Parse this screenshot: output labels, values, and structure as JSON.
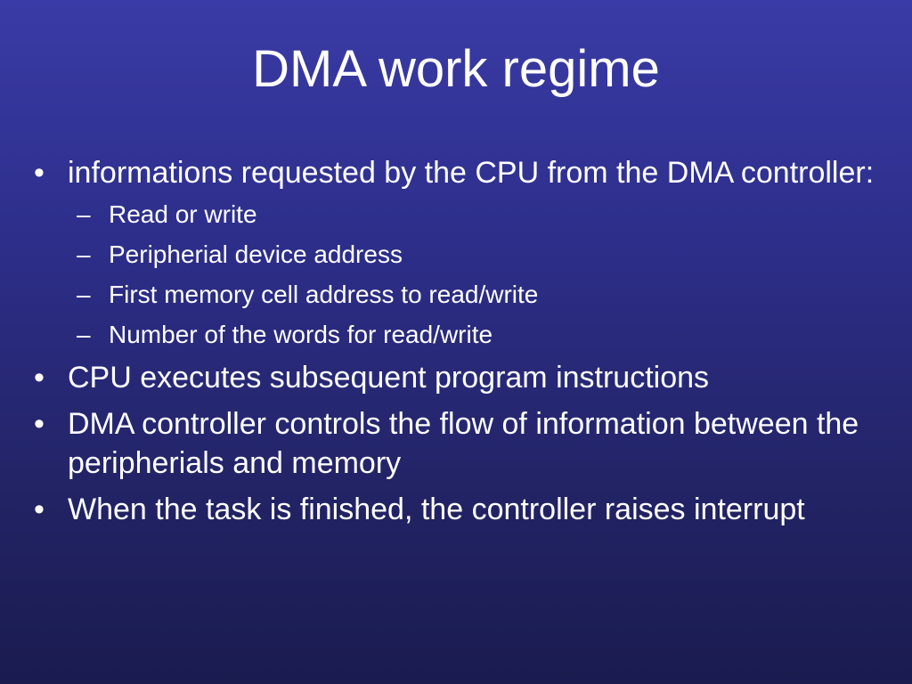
{
  "slide": {
    "title": "DMA work regime",
    "bullet_marker": "•",
    "sub_marker": "–",
    "bullets": [
      {
        "text": "informations requested by the CPU from the DMA controller:",
        "subitems": [
          "Read or write",
          "Peripherial device address",
          "First memory cell address to read/write",
          "Number of the words for read/write"
        ]
      },
      {
        "text": "CPU executes subsequent program instructions"
      },
      {
        "text": "DMA controller controls the flow of information between the peripherials and memory"
      },
      {
        "text": "When the task is finished, the controller raises interrupt"
      }
    ]
  },
  "colors": {
    "background_top": "#3a3ba6",
    "background_bottom": "#1a1b4f",
    "text": "#ffffff"
  }
}
